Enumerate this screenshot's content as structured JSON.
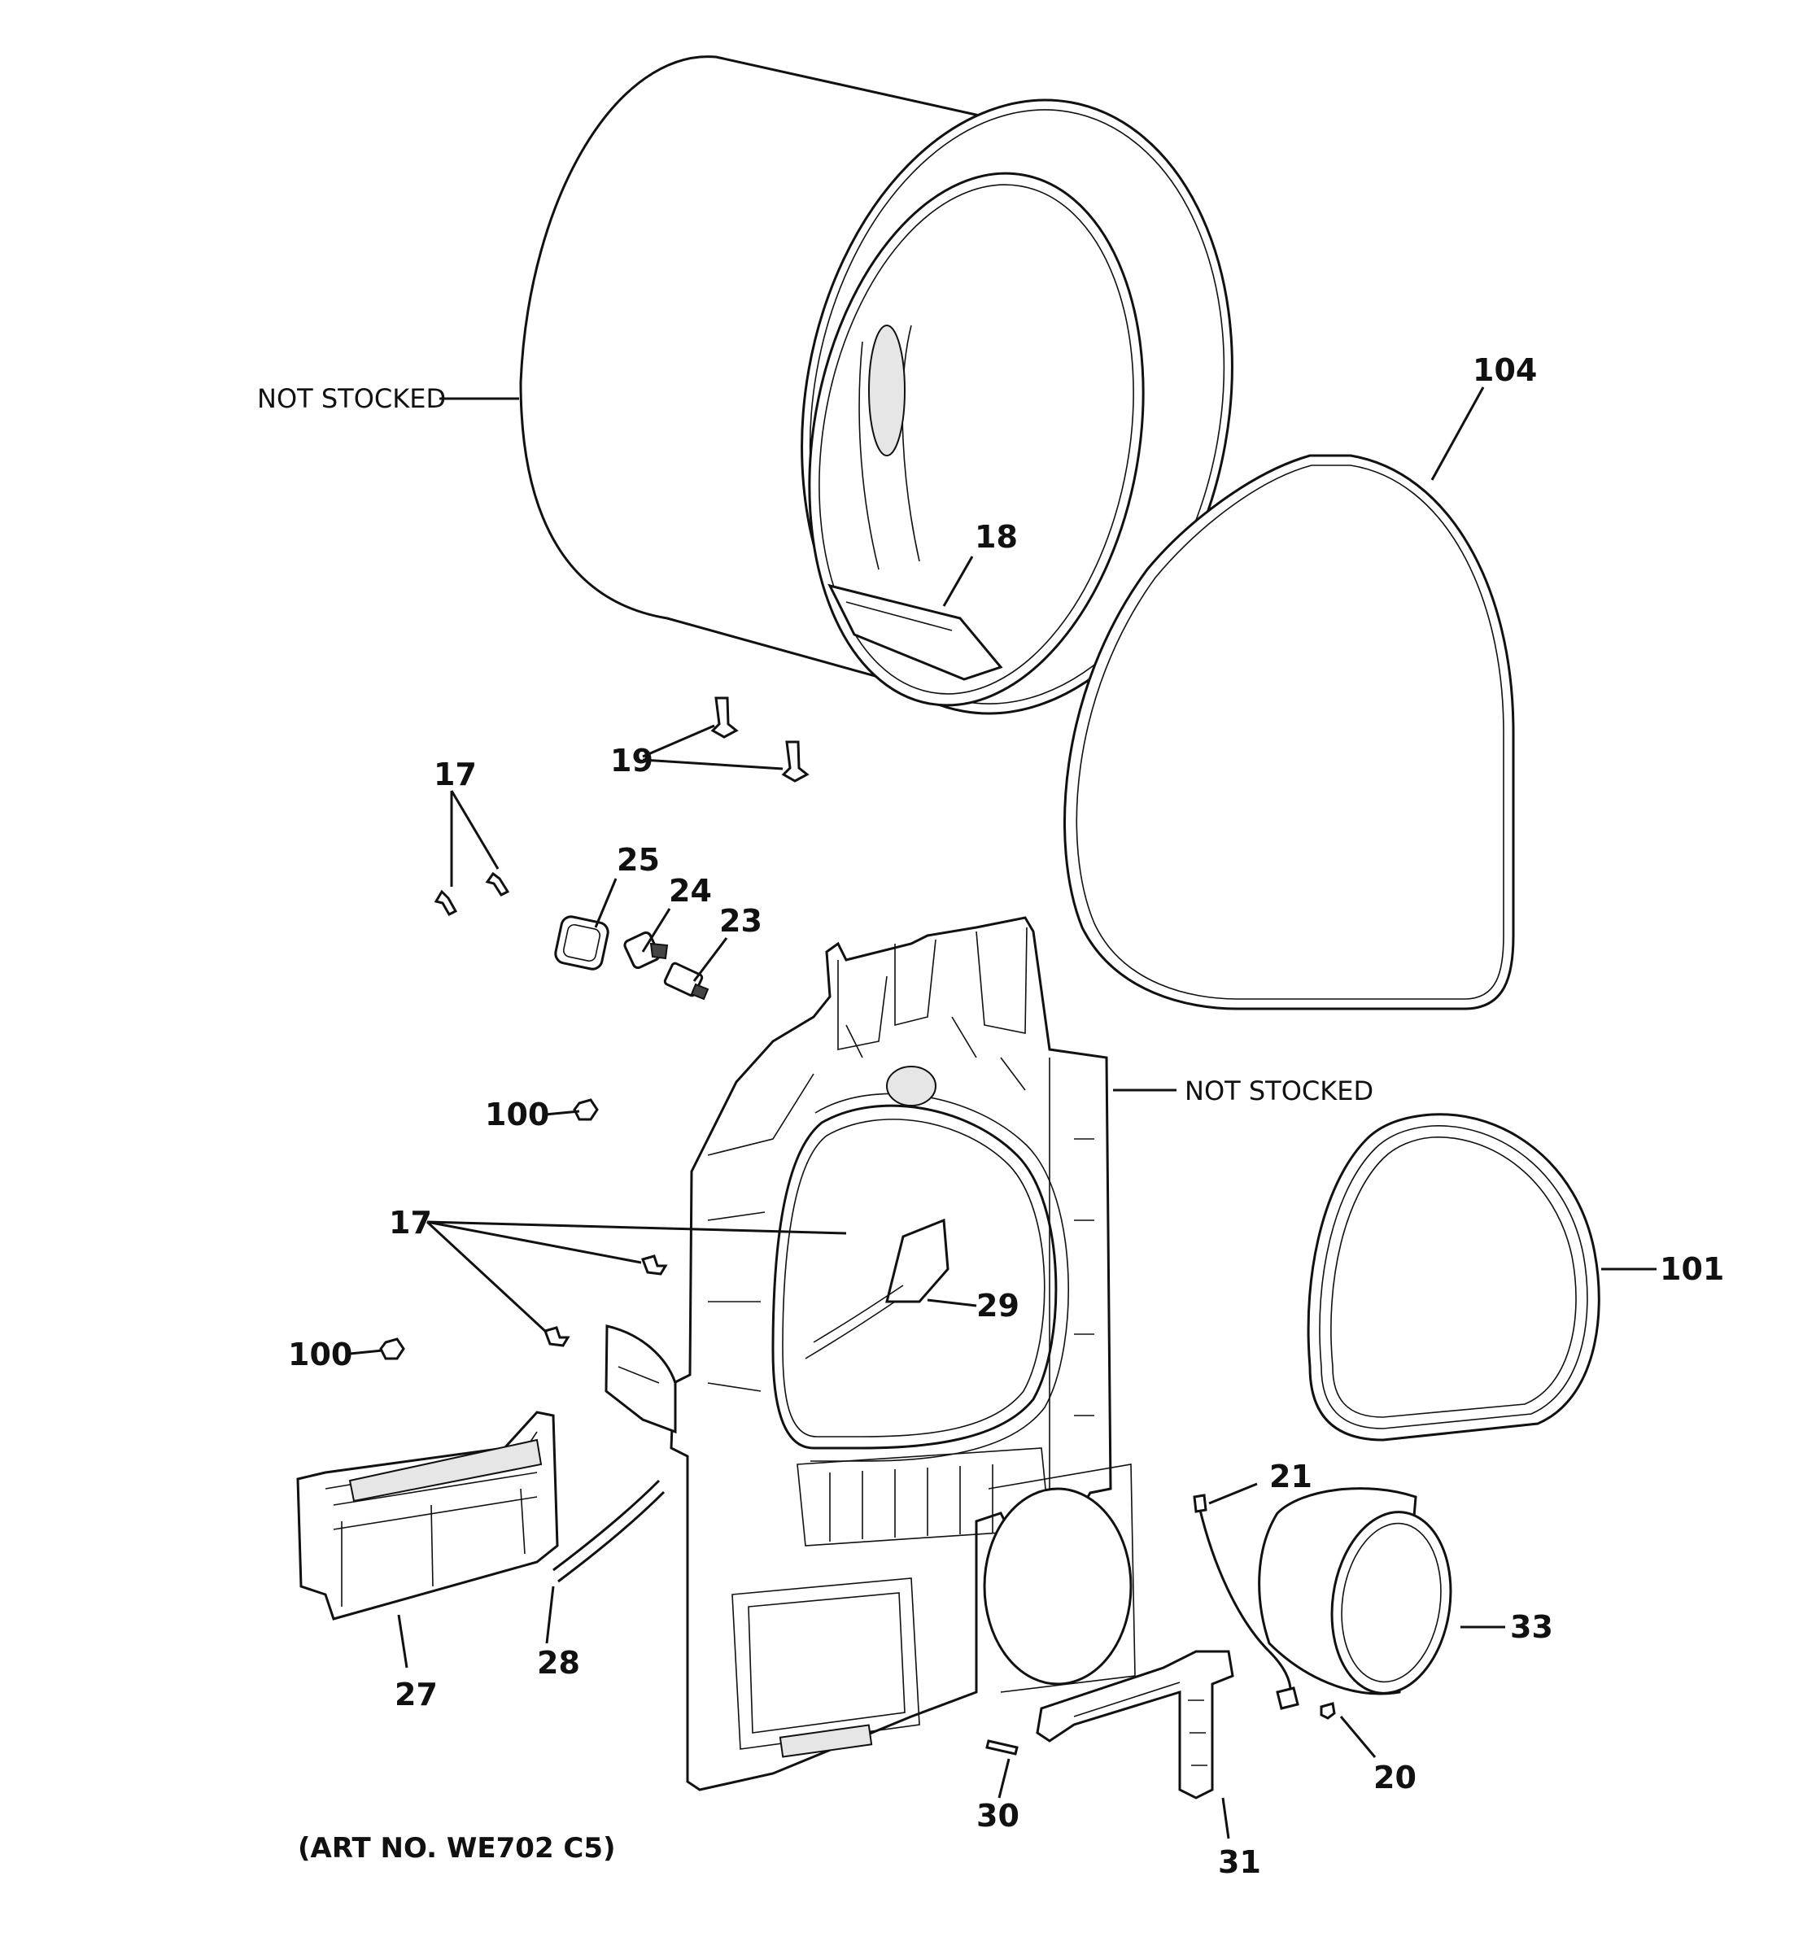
{
  "diagram": {
    "art_number": "(ART NO. WE702 C5)",
    "notes": {
      "drum_not_stocked": "NOT STOCKED",
      "front_panel_not_stocked": "NOT STOCKED"
    },
    "callouts": {
      "c104": "104",
      "c18": "18",
      "c19": "19",
      "c17_top": "17",
      "c25": "25",
      "c24": "24",
      "c23": "23",
      "c100_top": "100",
      "c17_mid": "17",
      "c29": "29",
      "c101": "101",
      "c100_bottom": "100",
      "c21": "21",
      "c33": "33",
      "c27": "27",
      "c28": "28",
      "c20": "20",
      "c30": "30",
      "c31": "31"
    }
  }
}
